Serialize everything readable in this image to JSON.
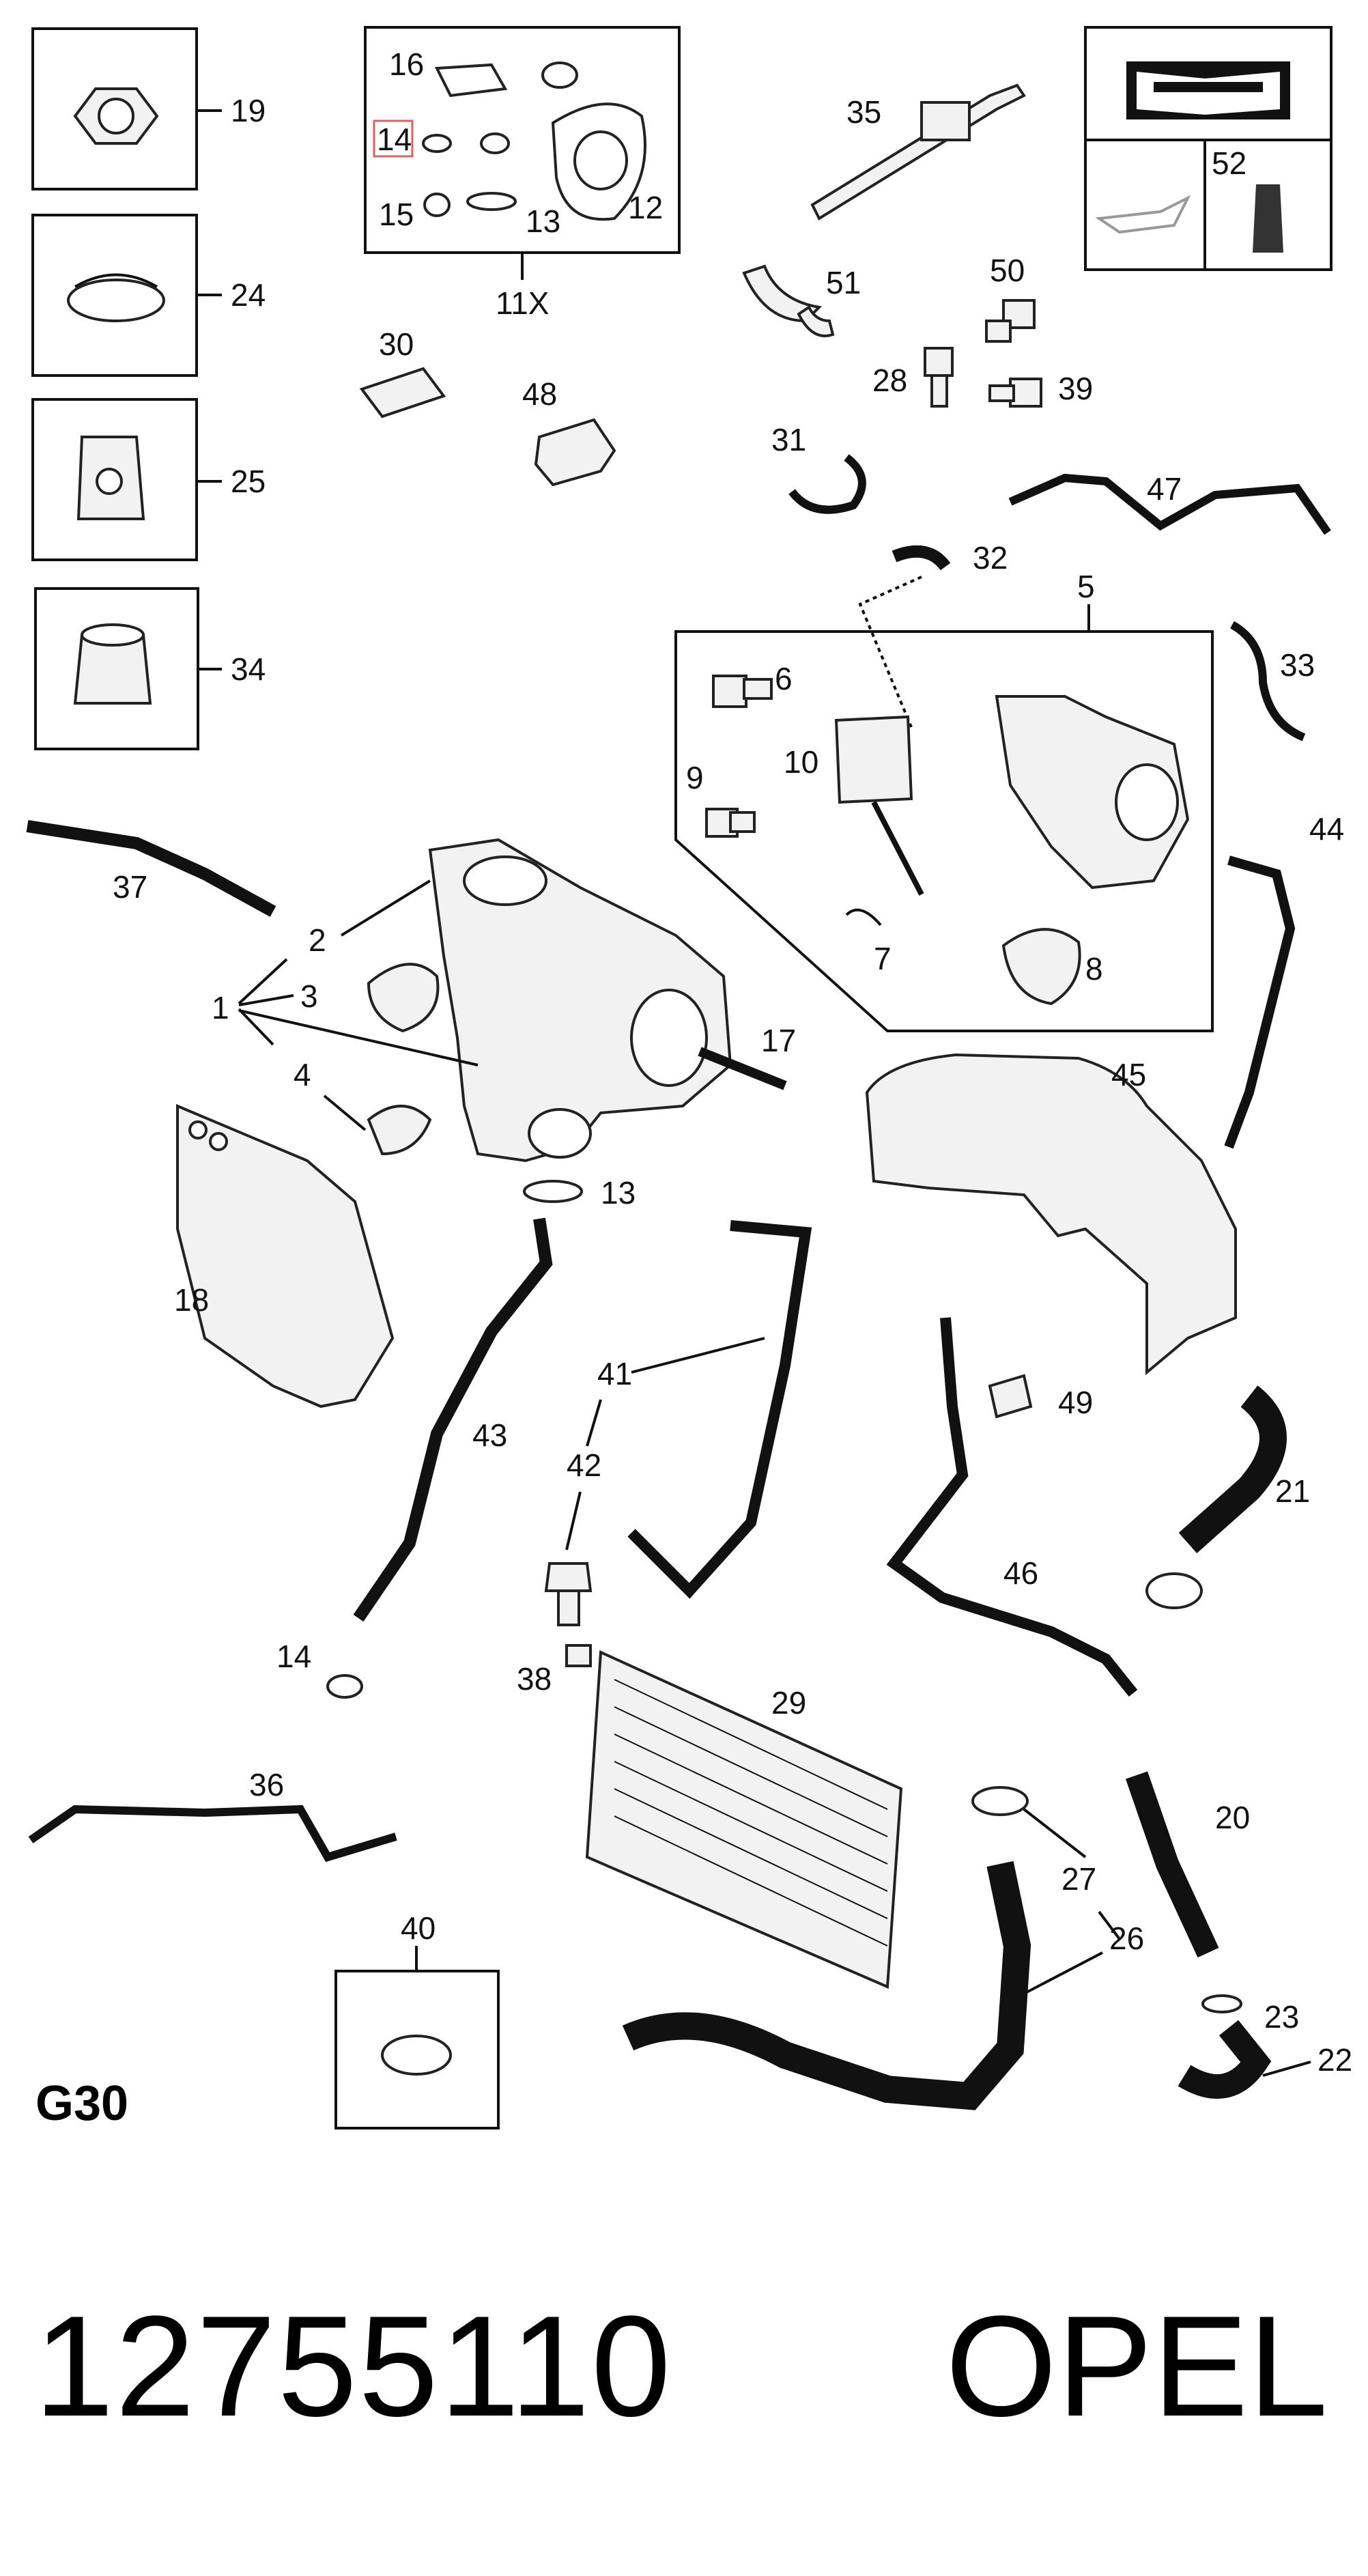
{
  "labels": {
    "l1": "1",
    "l2": "2",
    "l3": "3",
    "l4": "4",
    "l5": "5",
    "l6": "6",
    "l7": "7",
    "l8": "8",
    "l9": "9",
    "l10": "10",
    "l11x": "11X",
    "l12": "12",
    "l13a": "13",
    "l13b": "13",
    "l14a": "14",
    "l14b": "14",
    "l15": "15",
    "l16": "16",
    "l17": "17",
    "l18": "18",
    "l19": "19",
    "l20": "20",
    "l21": "21",
    "l22": "22",
    "l23": "23",
    "l24": "24",
    "l25": "25",
    "l26": "26",
    "l27": "27",
    "l28": "28",
    "l29": "29",
    "l30": "30",
    "l31": "31",
    "l32": "32",
    "l33": "33",
    "l34": "34",
    "l35": "35",
    "l36": "36",
    "l37": "37",
    "l38": "38",
    "l39": "39",
    "l40": "40",
    "l41": "41",
    "l42": "42",
    "l43": "43",
    "l44": "44",
    "l45": "45",
    "l46": "46",
    "l47": "47",
    "l48": "48",
    "l49": "49",
    "l50": "50",
    "l51": "51",
    "l52": "52"
  },
  "group_code": "G30",
  "part_number": "12755110",
  "brand": "OPEL",
  "highlight_color": "#e06060"
}
